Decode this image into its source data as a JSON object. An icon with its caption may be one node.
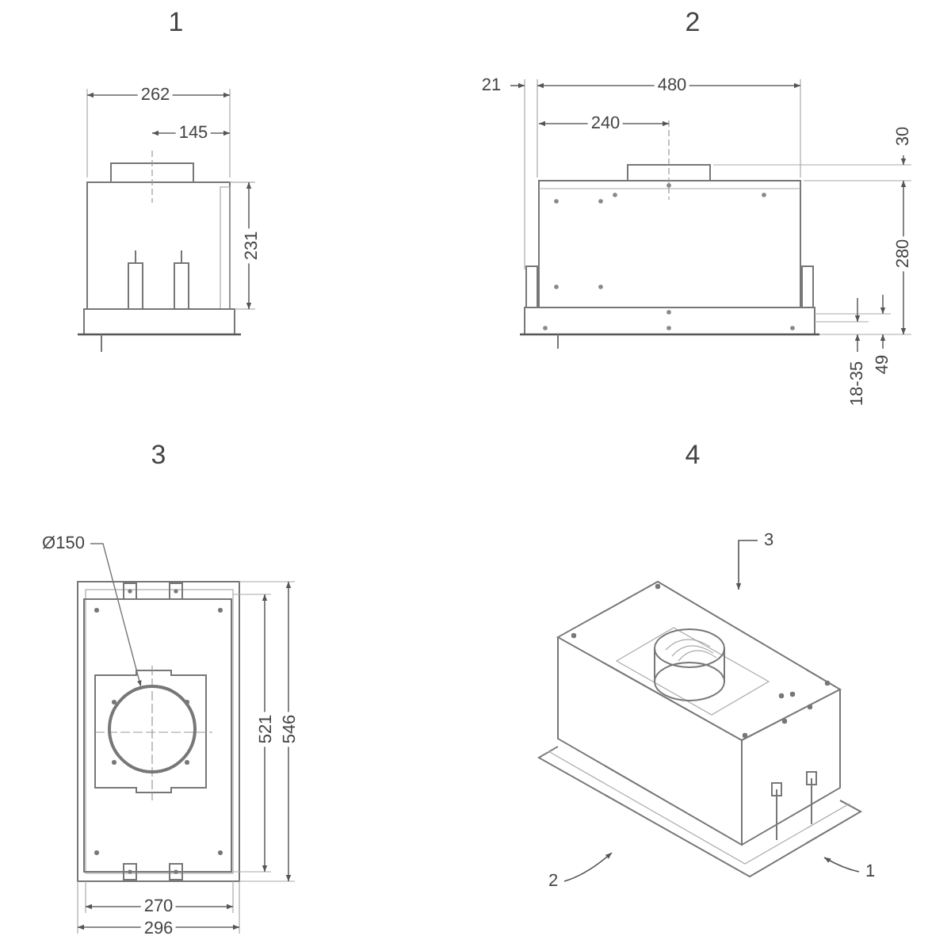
{
  "diagram": {
    "nodes": [
      {
        "text": [
          "Ø150"
        ]
      },
      {
        "text": [],
        "shape": "circle"
      }
    ],
    "edges": [
      {
        "from": 0,
        "to": 1,
        "arrow": "to"
      }
    ],
    "labels": [
      "1",
      "2",
      "262",
      "21",
      "480",
      "145",
      "240",
      "30",
      "231",
      "280",
      "18-35",
      "49",
      "3",
      "4",
      "3",
      "521",
      "546",
      "2",
      "1",
      "270",
      "296"
    ]
  }
}
